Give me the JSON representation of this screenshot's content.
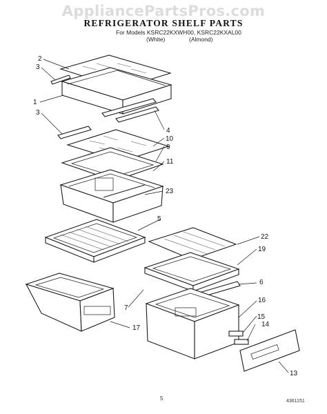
{
  "watermark": "AppliancePartsPros.com",
  "title": "REFRIGERATOR SHELF PARTS",
  "subtitle": "For Models KSRC22KXWH00, KSRC22KXAL00",
  "variant_white": "(White)",
  "variant_almond": "(Almond)",
  "page_number": "5",
  "doc_number": "4361151",
  "callouts": [
    "2",
    "3",
    "1",
    "3",
    "4",
    "10",
    "9",
    "11",
    "23",
    "5",
    "22",
    "19",
    "6",
    "16",
    "7",
    "17",
    "15",
    "14",
    "13"
  ]
}
